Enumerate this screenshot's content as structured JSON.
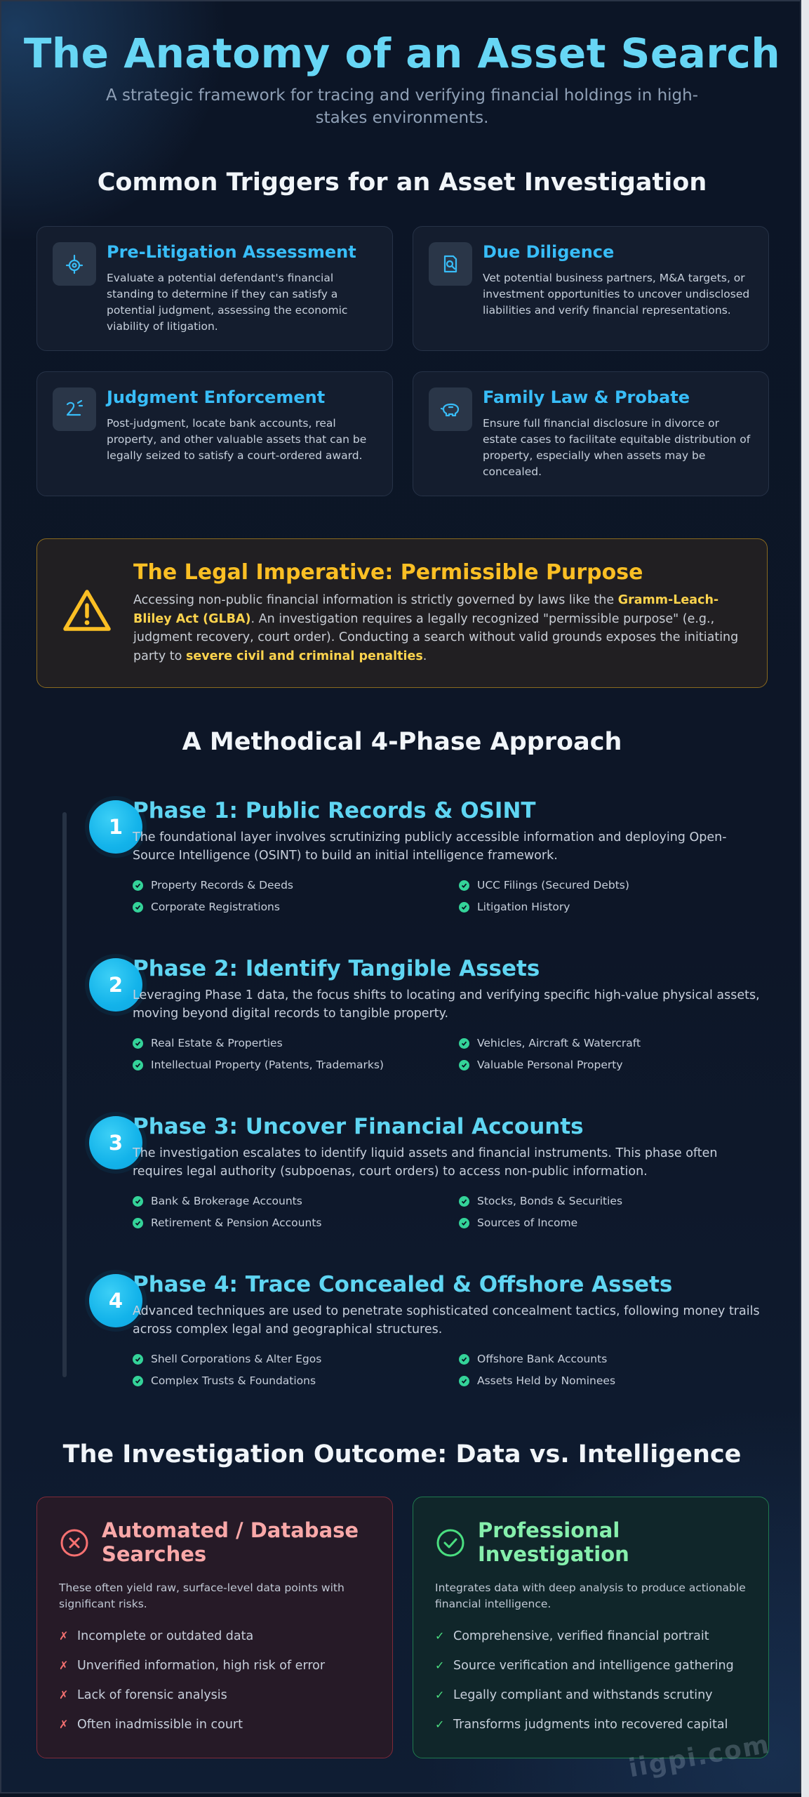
{
  "header": {
    "title": "The Anatomy of an Asset Search",
    "subtitle": "A strategic framework for tracing and verifying financial holdings in high-stakes environments."
  },
  "triggers": {
    "heading": "Common Triggers for an Asset Investigation",
    "cards": [
      {
        "icon": "gavel-target-icon",
        "title": "Pre-Litigation Assessment",
        "text": "Evaluate a potential defendant's financial standing to determine if they can satisfy a potential judgment, assessing the economic viability of litigation."
      },
      {
        "icon": "document-search-icon",
        "title": "Due Diligence",
        "text": "Vet potential business partners, M&A targets, or investment opportunities to uncover undisclosed liabilities and verify financial representations."
      },
      {
        "icon": "hand-coin-icon",
        "title": "Judgment Enforcement",
        "text": "Post-judgment, locate bank accounts, real property, and other valuable assets that can be legally seized to satisfy a court-ordered award."
      },
      {
        "icon": "piggy-bank-icon",
        "title": "Family Law & Probate",
        "text": "Ensure full financial disclosure in divorce or estate cases to facilitate equitable distribution of property, especially when assets may be concealed."
      }
    ]
  },
  "legal": {
    "title": "The Legal Imperative: Permissible Purpose",
    "text_1": "Accessing non-public financial information is strictly governed by laws like the ",
    "text_bold_1": "Gramm-Leach-Bliley Act (GLBA)",
    "text_2": ". An investigation requires a legally recognized \"permissible purpose\" (e.g., judgment recovery, court order). Conducting a search without valid grounds exposes the initiating party to ",
    "text_bold_2": "severe civil and criminal penalties",
    "text_3": "."
  },
  "approach": {
    "heading": "A Methodical 4-Phase Approach",
    "phases": [
      {
        "number": "1",
        "title": "Phase 1: Public Records & OSINT",
        "description": "The foundational layer involves scrutinizing publicly accessible information and deploying Open-Source Intelligence (OSINT) to build an initial intelligence framework.",
        "items": [
          "Property Records & Deeds",
          "UCC Filings (Secured Debts)",
          "Corporate Registrations",
          "Litigation History"
        ]
      },
      {
        "number": "2",
        "title": "Phase 2: Identify Tangible Assets",
        "description": "Leveraging Phase 1 data, the focus shifts to locating and verifying specific high-value physical assets, moving beyond digital records to tangible property.",
        "items": [
          "Real Estate & Properties",
          "Vehicles, Aircraft & Watercraft",
          "Intellectual Property (Patents, Trademarks)",
          "Valuable Personal Property"
        ]
      },
      {
        "number": "3",
        "title": "Phase 3: Uncover Financial Accounts",
        "description": "The investigation escalates to identify liquid assets and financial instruments. This phase often requires legal authority (subpoenas, court orders) to access non-public information.",
        "items": [
          "Bank & Brokerage Accounts",
          "Stocks, Bonds & Securities",
          "Retirement & Pension Accounts",
          "Sources of Income"
        ]
      },
      {
        "number": "4",
        "title": "Phase 4: Trace Concealed & Offshore Assets",
        "description": "Advanced techniques are used to penetrate sophisticated concealment tactics, following money trails across complex legal and geographical structures.",
        "items": [
          "Shell Corporations & Alter Egos",
          "Offshore Bank Accounts",
          "Complex Trusts & Foundations",
          "Assets Held by Nominees"
        ]
      }
    ]
  },
  "outcome": {
    "heading": "The Investigation Outcome: Data vs. Intelligence",
    "automated": {
      "title": "Automated / Database Searches",
      "subtitle": "These often yield raw, surface-level data points with significant risks.",
      "mark": "✗",
      "items": [
        "Incomplete or outdated data",
        "Unverified information, high risk of error",
        "Lack of forensic analysis",
        "Often inadmissible in court"
      ]
    },
    "professional": {
      "title": "Professional Investigation",
      "subtitle": "Integrates data with deep analysis to produce actionable financial intelligence.",
      "mark": "✓",
      "items": [
        "Comprehensive, verified financial portrait",
        "Source verification and intelligence gathering",
        "Legally compliant and withstands scrutiny",
        "Transforms judgments into recovered capital"
      ]
    }
  },
  "watermark": "iigpi.com",
  "colors": {
    "accent": "#5fd5f2",
    "warning": "#fbbf24",
    "danger": "#f87171",
    "success": "#4ade80"
  }
}
